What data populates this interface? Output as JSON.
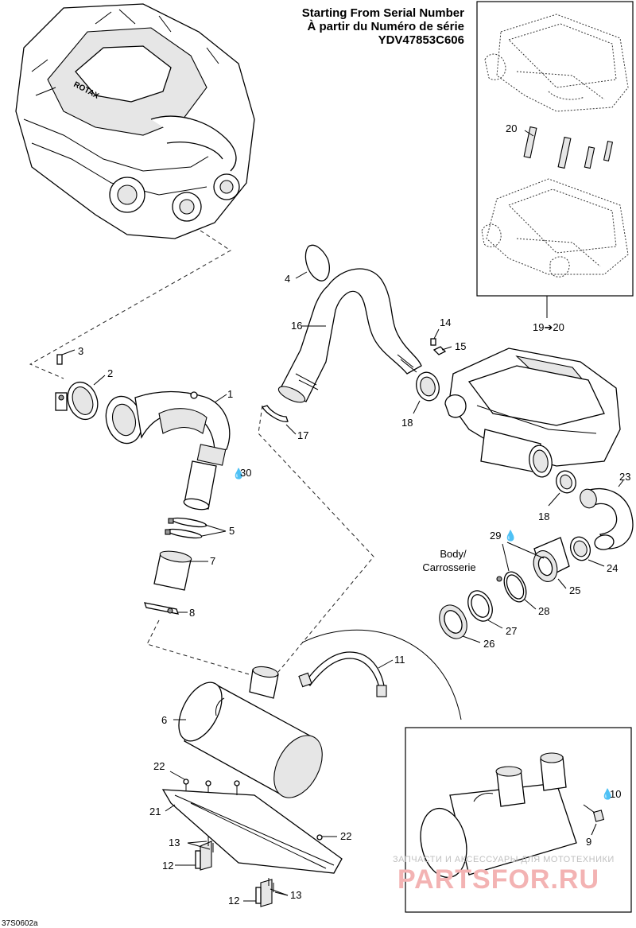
{
  "header": {
    "line1": "Starting From Serial Number",
    "line2": "À partir du Numéro de série",
    "line3": "YDV47853C606"
  },
  "engine": {
    "brand": "ROTAX"
  },
  "callouts": {
    "c1": "1",
    "c2": "2",
    "c3": "3",
    "c4": "4",
    "c5": "5",
    "c6": "6",
    "c7": "7",
    "c8": "8",
    "c9": "9",
    "c10": "10",
    "c11": "11",
    "c12a": "12",
    "c12b": "12",
    "c13a": "13",
    "c13b": "13",
    "c14": "14",
    "c15": "15",
    "c16": "16",
    "c17": "17",
    "c18a": "18",
    "c18b": "18",
    "c19": "19➔20",
    "c20": "20",
    "c21": "21",
    "c22a": "22",
    "c22b": "22",
    "c23": "23",
    "c24": "24",
    "c25": "25",
    "c26": "26",
    "c27": "27",
    "c28": "28",
    "c29": "29",
    "c30": "30"
  },
  "body_label": {
    "line1": "Body/",
    "line2": "Carrosserie"
  },
  "figure_code": "37S0602a",
  "watermark": {
    "line1": "ЗАПЧАСТИ И АКСЕССУАРЫ ДЛЯ МОТОТЕХНИКИ",
    "line2": "PARTSFOR.RU"
  },
  "colors": {
    "watermark_red": "#f3b3b3",
    "watermark_gray": "#c0c0c0"
  }
}
